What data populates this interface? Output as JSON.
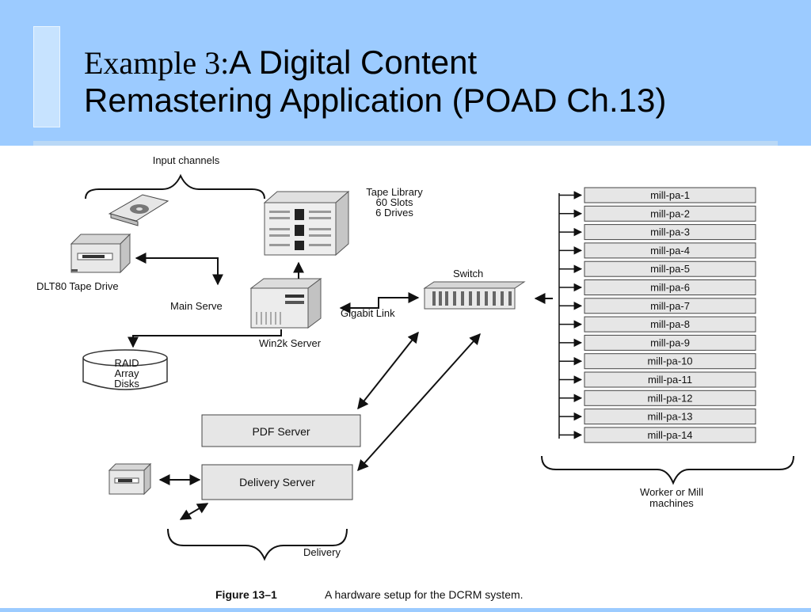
{
  "title": {
    "prefix": "Example 3:",
    "line1": "A Digital Content",
    "line2": "Remastering Application (POAD Ch.13)"
  },
  "diagram": {
    "input_channels": "Input channels",
    "tape_library": [
      "Tape Library",
      "60 Slots",
      "6 Drives"
    ],
    "dlt_drive": "DLT80 Tape Drive",
    "main_server": "Main Serve",
    "win2k": "Win2k Server",
    "gigabit": "Gigabit Link",
    "switch": "Switch",
    "raid": [
      "RAID",
      "Array",
      "Disks"
    ],
    "pdf_server": "PDF Server",
    "delivery_server": "Delivery Server",
    "delivery": "Delivery",
    "workers": [
      "Worker or Mill",
      "machines"
    ],
    "mills": [
      "mill-pa-1",
      "mill-pa-2",
      "mill-pa-3",
      "mill-pa-4",
      "mill-pa-5",
      "mill-pa-6",
      "mill-pa-7",
      "mill-pa-8",
      "mill-pa-9",
      "mill-pa-10",
      "mill-pa-11",
      "mill-pa-12",
      "mill-pa-13",
      "mill-pa-14"
    ]
  },
  "caption": {
    "label": "Figure 13–1",
    "text": "A hardware setup for the DCRM system."
  }
}
